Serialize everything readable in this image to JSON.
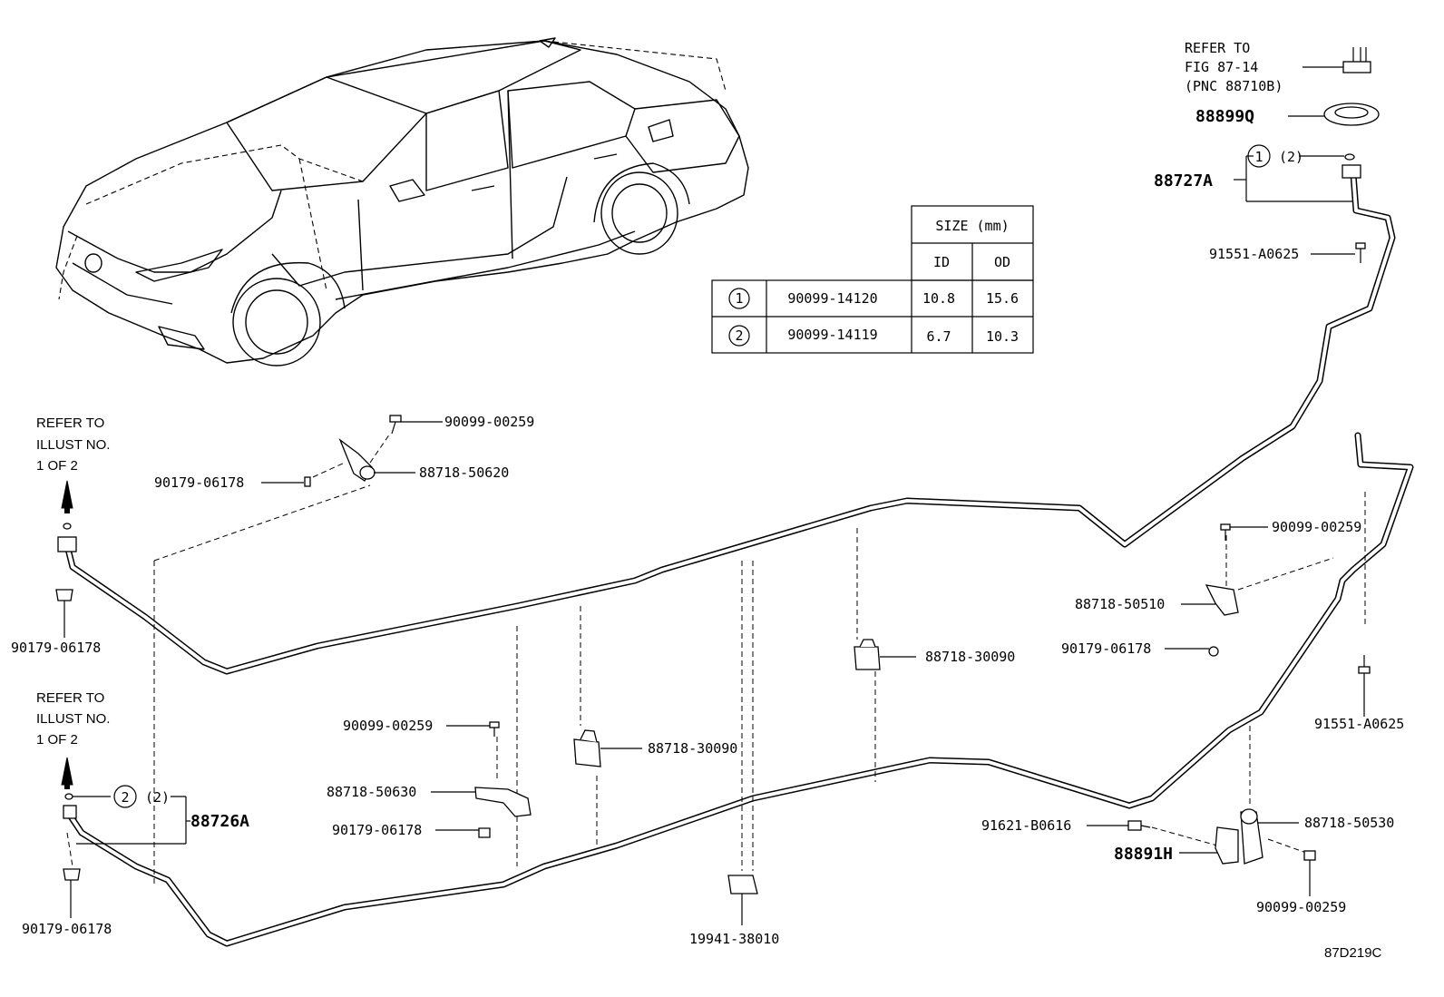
{
  "diagram_code": "87D219C",
  "notes": {
    "refer_fig_line1": "REFER TO",
    "refer_fig_line2": "FIG 87-14",
    "refer_fig_line3": "(PNC 88710B)",
    "refer_illust_top_line1": "REFER TO",
    "refer_illust_top_line2": "ILLUST NO.",
    "refer_illust_top_line3": "1 OF 2",
    "refer_illust_bottom_line1": "REFER TO",
    "refer_illust_bottom_line2": "ILLUST NO.",
    "refer_illust_bottom_line3": "1 OF 2"
  },
  "table": {
    "header_size": "SIZE (mm)",
    "header_id": "ID",
    "header_od": "OD",
    "rows": [
      {
        "key": "1",
        "part": "90099-14120",
        "id": "10.8",
        "od": "15.6"
      },
      {
        "key": "2",
        "part": "90099-14119",
        "id": "6.7",
        "od": "10.3"
      }
    ]
  },
  "parts": {
    "p88899Q": "88899Q",
    "p88727A": "88727A",
    "p88727A_qty": "(2)",
    "p88727A_key": "1",
    "p91551_A0625_top": "91551-A0625",
    "p90099_00259_a": "90099-00259",
    "p88718_50620": "88718-50620",
    "p90179_06178_a": "90179-06178",
    "p90179_06178_b": "90179-06178",
    "p90099_00259_b": "90099-00259",
    "p88718_50510": "88718-50510",
    "p90179_06178_c": "90179-06178",
    "p88718_30090_a": "88718-30090",
    "p91551_A0625_right": "91551-A0625",
    "p90099_00259_c": "90099-00259",
    "p88718_30090_b": "88718-30090",
    "p88718_50630": "88718-50630",
    "p90179_06178_d": "90179-06178",
    "p88726A": "88726A",
    "p88726A_qty": "(2)",
    "p88726A_key": "2",
    "p90179_06178_e": "90179-06178",
    "p91621_B0616": "91621-B0616",
    "p88718_50530": "88718-50530",
    "p88891H": "88891H",
    "p90099_00259_d": "90099-00259",
    "p19941_38010": "19941-38010"
  }
}
